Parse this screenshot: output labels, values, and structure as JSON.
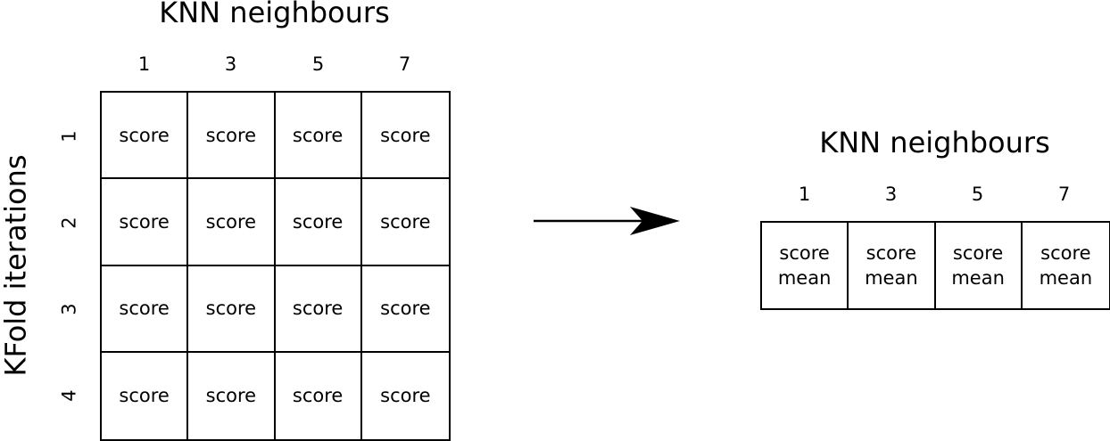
{
  "left_table": {
    "title": "KNN neighbours",
    "row_axis_label": "KFold iterations",
    "columns": [
      "1",
      "3",
      "5",
      "7"
    ],
    "rows": [
      "1",
      "2",
      "3",
      "4"
    ],
    "cells": [
      [
        "score",
        "score",
        "score",
        "score"
      ],
      [
        "score",
        "score",
        "score",
        "score"
      ],
      [
        "score",
        "score",
        "score",
        "score"
      ],
      [
        "score",
        "score",
        "score",
        "score"
      ]
    ]
  },
  "right_table": {
    "title": "KNN neighbours",
    "columns": [
      "1",
      "3",
      "5",
      "7"
    ],
    "cells": [
      [
        "score",
        "mean"
      ],
      [
        "score",
        "mean"
      ],
      [
        "score",
        "mean"
      ],
      [
        "score",
        "mean"
      ]
    ]
  },
  "arrow": {
    "icon": "right-arrow-icon"
  }
}
